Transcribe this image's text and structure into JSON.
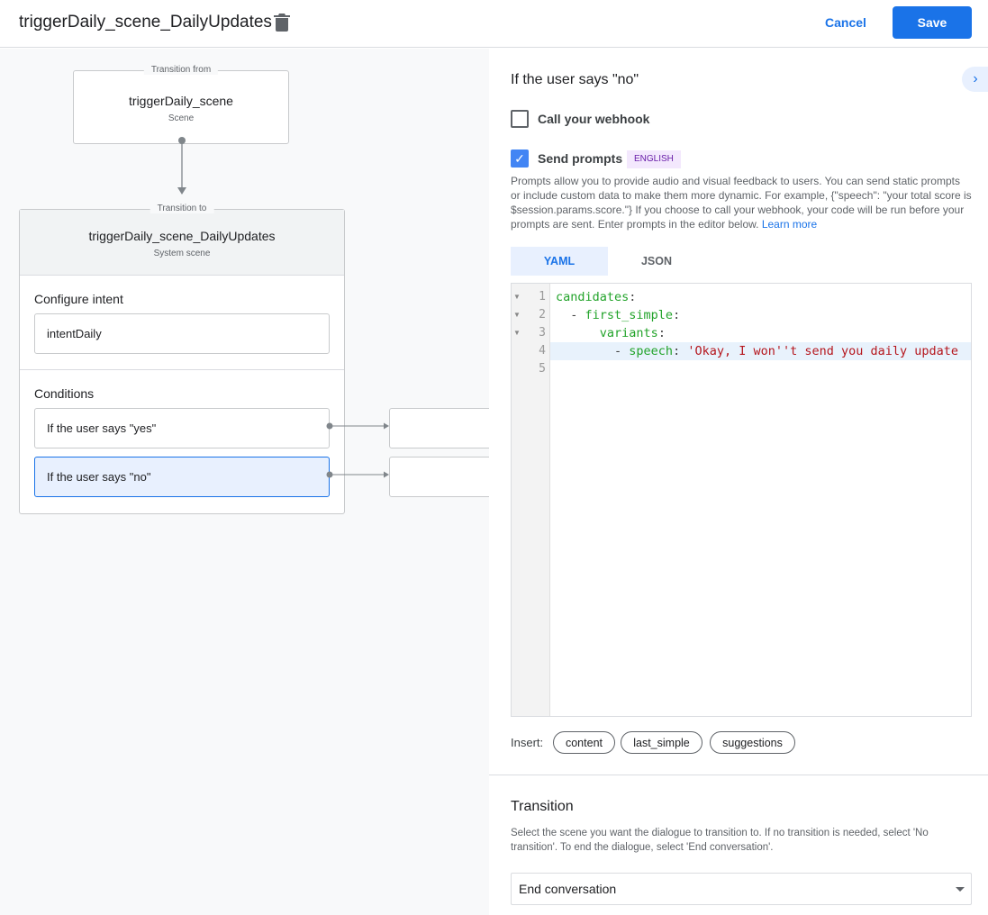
{
  "header": {
    "title": "triggerDaily_scene_DailyUpdates",
    "cancel_label": "Cancel",
    "save_label": "Save"
  },
  "canvas": {
    "from": {
      "legend": "Transition from",
      "name": "triggerDaily_scene",
      "type": "Scene"
    },
    "to": {
      "legend": "Transition to",
      "name": "triggerDaily_scene_DailyUpdates",
      "type": "System scene"
    },
    "configure_intent_label": "Configure intent",
    "intent": "intentDaily",
    "conditions_label": "Conditions",
    "conditions": [
      {
        "label": "If the user says \"yes\"",
        "selected": false
      },
      {
        "label": "If the user says \"no\"",
        "selected": true
      }
    ]
  },
  "panel": {
    "heading": "If the user says \"no\"",
    "webhook": {
      "label": "Call your webhook",
      "checked": false
    },
    "prompts": {
      "label": "Send prompts",
      "checked": true,
      "badge": "ENGLISH"
    },
    "description": "Prompts allow you to provide audio and visual feedback to users. You can send static prompts or include custom data to make them more dynamic. For example, {\"speech\": \"your total score is $session.params.score.\"} If you choose to call your webhook, your code will be run before your prompts are sent. Enter prompts in the editor below.",
    "learn_more": "Learn more",
    "tabs": [
      {
        "label": "YAML",
        "active": true
      },
      {
        "label": "JSON",
        "active": false
      }
    ],
    "editor": {
      "line_numbers": [
        "1",
        "2",
        "3",
        "4",
        "5"
      ],
      "lines": [
        {
          "key": "candidates",
          "sep": ":"
        },
        {
          "dash": "  - ",
          "key": "first_simple",
          "sep": ":"
        },
        {
          "indent": "      ",
          "key": "variants",
          "sep": ":"
        },
        {
          "dash": "        - ",
          "key": "speech",
          "sep": ": ",
          "value": "'Okay, I won''t send you daily update"
        }
      ]
    },
    "insert_label": "Insert:",
    "chips": [
      "content",
      "last_simple",
      "suggestions"
    ],
    "transition": {
      "title": "Transition",
      "description": "Select the scene you want the dialogue to transition to. If no transition is needed, select 'No transition'. To end the dialogue, select 'End conversation'.",
      "selected": "End conversation"
    }
  },
  "colors": {
    "accent": "#1a73e8",
    "selected_bg": "#e8f0fe",
    "badge_bg": "#f3e8fd",
    "badge_text": "#681da8"
  }
}
